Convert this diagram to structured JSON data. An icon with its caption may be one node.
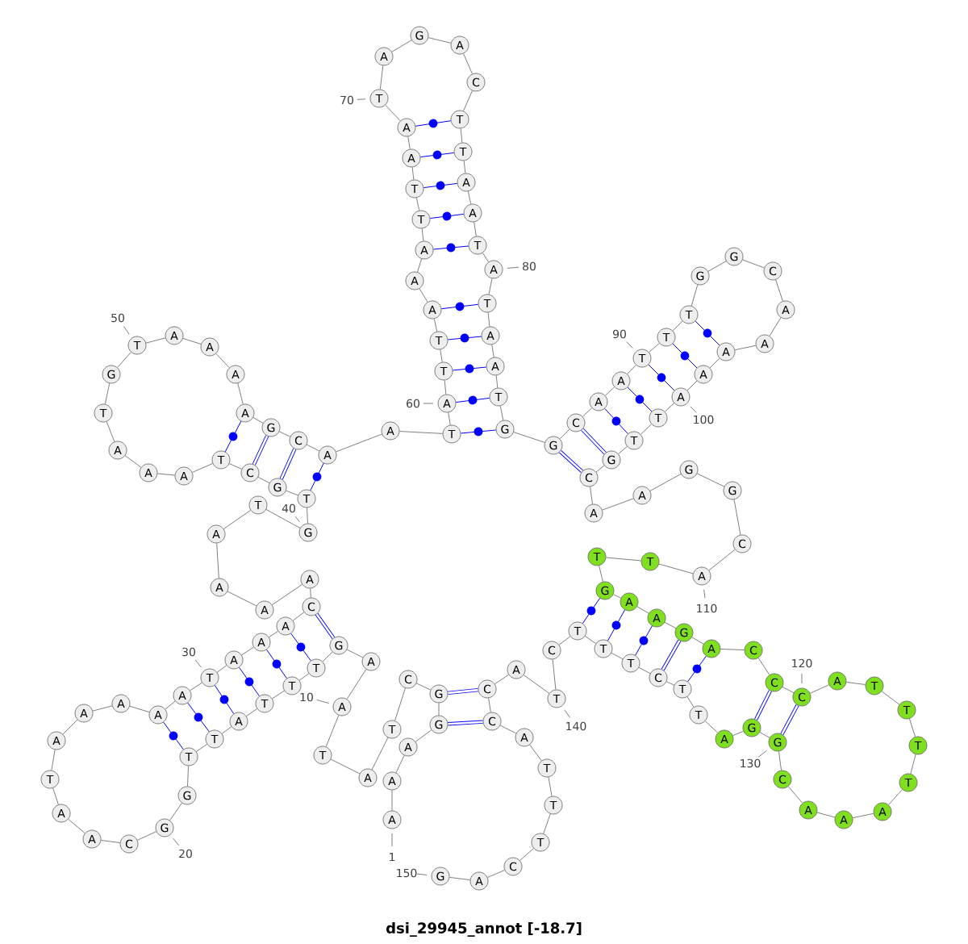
{
  "diagram": {
    "title": "dsi_29945_annot [-18.7]",
    "nodes": [
      {
        "text": [
          "A"
        ],
        "beside": [
          "1"
        ]
      },
      {
        "text": [
          "A"
        ]
      },
      {
        "text": [
          "A"
        ]
      },
      {
        "text": [
          "G"
        ]
      },
      {
        "text": [
          "G"
        ]
      },
      {
        "text": [
          "C"
        ]
      },
      {
        "text": [
          "T"
        ]
      },
      {
        "text": [
          "A"
        ]
      },
      {
        "text": [
          "T"
        ]
      },
      {
        "text": [
          "A"
        ]
      },
      {
        "text": [
          "A"
        ]
      },
      {
        "text": [
          "G"
        ]
      },
      {
        "text": [
          "T"
        ]
      },
      {
        "text": [
          "T"
        ]
      },
      {
        "text": [
          "T"
        ]
      },
      {
        "text": [
          "A"
        ]
      },
      {
        "text": [
          "T"
        ]
      },
      {
        "text": [
          "T"
        ]
      },
      {
        "text": [
          "G"
        ]
      },
      {
        "text": [
          "G"
        ],
        "beside": [
          "20"
        ]
      },
      {
        "text": [
          "C"
        ]
      },
      {
        "text": [
          "A"
        ]
      },
      {
        "text": [
          "A"
        ]
      },
      {
        "text": [
          "T"
        ]
      },
      {
        "text": [
          "A"
        ]
      },
      {
        "text": [
          "A"
        ]
      },
      {
        "text": [
          "A"
        ]
      },
      {
        "text": [
          "A"
        ]
      },
      {
        "text": [
          "A"
        ]
      },
      {
        "text": [
          "T"
        ],
        "beside": [
          "30"
        ]
      },
      {
        "text": [
          "A"
        ]
      },
      {
        "text": [
          "A"
        ]
      },
      {
        "text": [
          "A"
        ]
      },
      {
        "text": [
          "C"
        ]
      },
      {
        "text": [
          "A"
        ]
      },
      {
        "text": [
          "A"
        ]
      },
      {
        "text": [
          "A"
        ]
      },
      {
        "text": [
          "A"
        ]
      },
      {
        "text": [
          "T"
        ]
      },
      {
        "text": [
          "G"
        ]
      },
      {
        "text": [
          "T"
        ]
      },
      {
        "text": [
          "G"
        ]
      },
      {
        "text": [
          "C"
        ]
      },
      {
        "text": [
          "T"
        ]
      },
      {
        "text": [
          "A"
        ]
      },
      {
        "text": [
          "A"
        ]
      },
      {
        "text": [
          "A"
        ]
      },
      {
        "text": [
          "T"
        ]
      },
      {
        "text": [
          "G"
        ]
      },
      {
        "text": [
          "T"
        ],
        "beside": [
          "50"
        ]
      },
      {
        "text": [
          "A"
        ]
      },
      {
        "text": [
          "A"
        ]
      },
      {
        "text": [
          "A"
        ]
      },
      {
        "text": [
          "A"
        ]
      },
      {
        "text": [
          "G"
        ]
      },
      {
        "text": [
          "C"
        ]
      },
      {
        "text": [
          "A"
        ]
      },
      {
        "text": [
          "A"
        ]
      },
      {
        "text": [
          "T"
        ]
      },
      {
        "text": [
          "A"
        ],
        "beside": [
          "60"
        ]
      },
      {
        "text": [
          "T"
        ]
      },
      {
        "text": [
          "T"
        ]
      },
      {
        "text": [
          "A"
        ]
      },
      {
        "text": [
          "A"
        ]
      },
      {
        "text": [
          "A"
        ]
      },
      {
        "text": [
          "T"
        ]
      },
      {
        "text": [
          "T"
        ]
      },
      {
        "text": [
          "A"
        ]
      },
      {
        "text": [
          "A"
        ]
      },
      {
        "text": [
          "T"
        ],
        "beside": [
          "70"
        ]
      },
      {
        "text": [
          "A"
        ]
      },
      {
        "text": [
          "G"
        ]
      },
      {
        "text": [
          "A"
        ]
      },
      {
        "text": [
          "C"
        ]
      },
      {
        "text": [
          "T"
        ]
      },
      {
        "text": [
          "T"
        ]
      },
      {
        "text": [
          "A"
        ]
      },
      {
        "text": [
          "A"
        ]
      },
      {
        "text": [
          "T"
        ]
      },
      {
        "text": [
          "A"
        ],
        "beside": [
          "80"
        ]
      },
      {
        "text": [
          "T"
        ]
      },
      {
        "text": [
          "A"
        ]
      },
      {
        "text": [
          "A"
        ]
      },
      {
        "text": [
          "T"
        ]
      },
      {
        "text": [
          "G"
        ]
      },
      {
        "text": [
          "G"
        ]
      },
      {
        "text": [
          "C"
        ]
      },
      {
        "text": [
          "A"
        ]
      },
      {
        "text": [
          "A"
        ]
      },
      {
        "text": [
          "T"
        ],
        "beside": [
          "90"
        ]
      },
      {
        "text": [
          "T"
        ]
      },
      {
        "text": [
          "T"
        ]
      },
      {
        "text": [
          "G"
        ]
      },
      {
        "text": [
          "G"
        ]
      },
      {
        "text": [
          "C"
        ]
      },
      {
        "text": [
          "A"
        ]
      },
      {
        "text": [
          "A"
        ]
      },
      {
        "text": [
          "A"
        ]
      },
      {
        "text": [
          "A"
        ]
      },
      {
        "text": [
          "A"
        ],
        "beside": [
          "100"
        ]
      },
      {
        "text": [
          "T"
        ]
      },
      {
        "text": [
          "T"
        ]
      },
      {
        "text": [
          "G"
        ]
      },
      {
        "text": [
          "C"
        ]
      },
      {
        "text": [
          "A"
        ]
      },
      {
        "text": [
          "A"
        ]
      },
      {
        "text": [
          "G"
        ]
      },
      {
        "text": [
          "G"
        ]
      },
      {
        "text": [
          "C"
        ]
      },
      {
        "text": [
          "A"
        ]
      },
      {
        "text": [
          "T"
        ]
      },
      {
        "text": [
          "T"
        ]
      },
      {
        "text": [
          "G"
        ]
      },
      {
        "text": [
          "A"
        ]
      },
      {
        "text": [
          "A"
        ]
      },
      {
        "text": [
          "G"
        ]
      },
      {
        "text": [
          "A"
        ]
      },
      {
        "text": [
          "C"
        ]
      },
      {
        "text": [
          "C"
        ]
      },
      {
        "text": [
          "C"
        ]
      },
      {
        "text": [
          "A"
        ]
      },
      {
        "text": [
          "T"
        ]
      },
      {
        "text": [
          "T"
        ]
      },
      {
        "text": [
          "T"
        ]
      },
      {
        "text": [
          "T"
        ]
      },
      {
        "text": [
          "A"
        ]
      },
      {
        "text": [
          "A"
        ]
      },
      {
        "text": [
          "A"
        ]
      },
      {
        "text": [
          "C"
        ]
      },
      {
        "text": [
          "G"
        ],
        "beside": [
          "130"
        ]
      },
      {
        "text": [
          "G"
        ]
      },
      {
        "text": [
          "A"
        ]
      },
      {
        "text": [
          "T"
        ]
      },
      {
        "text": [
          "T"
        ]
      },
      {
        "text": [
          "C"
        ]
      },
      {
        "text": [
          "T"
        ]
      },
      {
        "text": [
          "T"
        ]
      },
      {
        "text": [
          "T"
        ]
      },
      {
        "text": [
          "C"
        ]
      },
      {
        "text": [
          "T"
        ],
        "beside": [
          "140"
        ]
      },
      {
        "text": [
          "A"
        ]
      },
      {
        "text": [
          "C"
        ]
      },
      {
        "text": [
          "C"
        ]
      },
      {
        "text": [
          "A"
        ]
      },
      {
        "text": [
          "T"
        ]
      },
      {
        "text": [
          "T"
        ]
      },
      {
        "text": [
          "T"
        ]
      },
      {
        "text": [
          "C"
        ]
      },
      {
        "text": [
          "A"
        ]
      },
      {
        "text": [
          "G"
        ],
        "beside": [
          "150"
        ]
      }
    ],
    "edges": [
      {
        "from": 0,
        "to": 1,
        "arrow": "none"
      },
      {
        "from": 1,
        "to": 2,
        "arrow": "none"
      },
      {
        "from": 2,
        "to": 3,
        "arrow": "none"
      },
      {
        "from": 3,
        "to": 4,
        "arrow": "none"
      },
      {
        "from": 4,
        "to": 5,
        "arrow": "none"
      },
      {
        "from": 5,
        "to": 6,
        "arrow": "none"
      },
      {
        "from": 6,
        "to": 7,
        "arrow": "none"
      },
      {
        "from": 7,
        "to": 8,
        "arrow": "none"
      },
      {
        "from": 8,
        "to": 9,
        "arrow": "none"
      },
      {
        "from": 9,
        "to": 10,
        "arrow": "none"
      },
      {
        "from": 10,
        "to": 11,
        "arrow": "none"
      },
      {
        "from": 11,
        "to": 12,
        "arrow": "none"
      },
      {
        "from": 12,
        "to": 13,
        "arrow": "none"
      },
      {
        "from": 13,
        "to": 14,
        "arrow": "none"
      },
      {
        "from": 14,
        "to": 15,
        "arrow": "none"
      },
      {
        "from": 15,
        "to": 16,
        "arrow": "none"
      },
      {
        "from": 16,
        "to": 17,
        "arrow": "none"
      },
      {
        "from": 17,
        "to": 18,
        "arrow": "none"
      },
      {
        "from": 18,
        "to": 19,
        "arrow": "none"
      },
      {
        "from": 19,
        "to": 20,
        "arrow": "none"
      },
      {
        "from": 20,
        "to": 21,
        "arrow": "none"
      },
      {
        "from": 21,
        "to": 22,
        "arrow": "none"
      },
      {
        "from": 22,
        "to": 23,
        "arrow": "none"
      },
      {
        "from": 23,
        "to": 24,
        "arrow": "none"
      },
      {
        "from": 24,
        "to": 25,
        "arrow": "none"
      },
      {
        "from": 25,
        "to": 26,
        "arrow": "none"
      },
      {
        "from": 26,
        "to": 27,
        "arrow": "none"
      },
      {
        "from": 27,
        "to": 28,
        "arrow": "none"
      },
      {
        "from": 28,
        "to": 29,
        "arrow": "none"
      },
      {
        "from": 29,
        "to": 30,
        "arrow": "none"
      },
      {
        "from": 30,
        "to": 31,
        "arrow": "none"
      },
      {
        "from": 31,
        "to": 32,
        "arrow": "none"
      },
      {
        "from": 32,
        "to": 33,
        "arrow": "none"
      },
      {
        "from": 33,
        "to": 34,
        "arrow": "none"
      },
      {
        "from": 34,
        "to": 35,
        "arrow": "none"
      },
      {
        "from": 35,
        "to": 36,
        "arrow": "none"
      },
      {
        "from": 36,
        "to": 37,
        "arrow": "none"
      },
      {
        "from": 37,
        "to": 38,
        "arrow": "none"
      },
      {
        "from": 38,
        "to": 39,
        "arrow": "none"
      },
      {
        "from": 39,
        "to": 40,
        "arrow": "none"
      },
      {
        "from": 40,
        "to": 41,
        "arrow": "none"
      },
      {
        "from": 41,
        "to": 42,
        "arrow": "none"
      },
      {
        "from": 42,
        "to": 43,
        "arrow": "none"
      },
      {
        "from": 43,
        "to": 44,
        "arrow": "none"
      },
      {
        "from": 44,
        "to": 45,
        "arrow": "none"
      },
      {
        "from": 45,
        "to": 46,
        "arrow": "none"
      },
      {
        "from": 46,
        "to": 47,
        "arrow": "none"
      },
      {
        "from": 47,
        "to": 48,
        "arrow": "none"
      },
      {
        "from": 48,
        "to": 49,
        "arrow": "none"
      },
      {
        "from": 49,
        "to": 50,
        "arrow": "none"
      },
      {
        "from": 50,
        "to": 51,
        "arrow": "none"
      },
      {
        "from": 51,
        "to": 52,
        "arrow": "none"
      },
      {
        "from": 52,
        "to": 53,
        "arrow": "none"
      },
      {
        "from": 53,
        "to": 54,
        "arrow": "none"
      },
      {
        "from": 54,
        "to": 55,
        "arrow": "none"
      },
      {
        "from": 55,
        "to": 56,
        "arrow": "none"
      },
      {
        "from": 56,
        "to": 57,
        "arrow": "none"
      },
      {
        "from": 57,
        "to": 58,
        "arrow": "none"
      },
      {
        "from": 58,
        "to": 59,
        "arrow": "none"
      },
      {
        "from": 59,
        "to": 60,
        "arrow": "none"
      },
      {
        "from": 60,
        "to": 61,
        "arrow": "none"
      },
      {
        "from": 61,
        "to": 62,
        "arrow": "none"
      },
      {
        "from": 62,
        "to": 63,
        "arrow": "none"
      },
      {
        "from": 63,
        "to": 64,
        "arrow": "none"
      },
      {
        "from": 64,
        "to": 65,
        "arrow": "none"
      },
      {
        "from": 65,
        "to": 66,
        "arrow": "none"
      },
      {
        "from": 66,
        "to": 67,
        "arrow": "none"
      },
      {
        "from": 67,
        "to": 68,
        "arrow": "none"
      },
      {
        "from": 68,
        "to": 69,
        "arrow": "none"
      },
      {
        "from": 69,
        "to": 70,
        "arrow": "none"
      },
      {
        "from": 70,
        "to": 71,
        "arrow": "none"
      },
      {
        "from": 71,
        "to": 72,
        "arrow": "none"
      },
      {
        "from": 72,
        "to": 73,
        "arrow": "none"
      },
      {
        "from": 73,
        "to": 74,
        "arrow": "none"
      },
      {
        "from": 74,
        "to": 75,
        "arrow": "none"
      },
      {
        "from": 75,
        "to": 76,
        "arrow": "none"
      },
      {
        "from": 76,
        "to": 77,
        "arrow": "none"
      },
      {
        "from": 77,
        "to": 78,
        "arrow": "none"
      },
      {
        "from": 78,
        "to": 79,
        "arrow": "none"
      },
      {
        "from": 79,
        "to": 80,
        "arrow": "none"
      },
      {
        "from": 80,
        "to": 81,
        "arrow": "none"
      },
      {
        "from": 81,
        "to": 82,
        "arrow": "none"
      },
      {
        "from": 82,
        "to": 83,
        "arrow": "none"
      },
      {
        "from": 83,
        "to": 84,
        "arrow": "none"
      },
      {
        "from": 84,
        "to": 85,
        "arrow": "none"
      },
      {
        "from": 85,
        "to": 86,
        "arrow": "none"
      },
      {
        "from": 86,
        "to": 87,
        "arrow": "none"
      },
      {
        "from": 87,
        "to": 88,
        "arrow": "none"
      },
      {
        "from": 88,
        "to": 89,
        "arrow": "none"
      },
      {
        "from": 89,
        "to": 90,
        "arrow": "none"
      },
      {
        "from": 90,
        "to": 91,
        "arrow": "none"
      },
      {
        "from": 91,
        "to": 92,
        "arrow": "none"
      },
      {
        "from": 92,
        "to": 93,
        "arrow": "none"
      },
      {
        "from": 93,
        "to": 94,
        "arrow": "none"
      },
      {
        "from": 94,
        "to": 95,
        "arrow": "none"
      },
      {
        "from": 95,
        "to": 96,
        "arrow": "none"
      },
      {
        "from": 96,
        "to": 97,
        "arrow": "none"
      },
      {
        "from": 97,
        "to": 98,
        "arrow": "none"
      },
      {
        "from": 98,
        "to": 99,
        "arrow": "none"
      },
      {
        "from": 99,
        "to": 100,
        "arrow": "none"
      },
      {
        "from": 100,
        "to": 101,
        "arrow": "none"
      },
      {
        "from": 101,
        "to": 102,
        "arrow": "none"
      },
      {
        "from": 102,
        "to": 103,
        "arrow": "none"
      },
      {
        "from": 103,
        "to": 104,
        "arrow": "none"
      },
      {
        "from": 104,
        "to": 105,
        "arrow": "none"
      },
      {
        "from": 105,
        "to": 106,
        "arrow": "none"
      },
      {
        "from": 106,
        "to": 107,
        "arrow": "none"
      },
      {
        "from": 107,
        "to": 108,
        "arrow": "none"
      },
      {
        "from": 108,
        "to": 109,
        "arrow": "none"
      },
      {
        "from": 109,
        "to": 110,
        "arrow": "none"
      },
      {
        "from": 110,
        "to": 111,
        "arrow": "none"
      },
      {
        "from": 111,
        "to": 112,
        "arrow": "none"
      },
      {
        "from": 112,
        "to": 113,
        "arrow": "none"
      },
      {
        "from": 113,
        "to": 114,
        "arrow": "none"
      },
      {
        "from": 114,
        "to": 115,
        "arrow": "none"
      },
      {
        "from": 115,
        "to": 116,
        "arrow": "none"
      },
      {
        "from": 116,
        "to": 117,
        "arrow": "none"
      },
      {
        "from": 117,
        "to": 118,
        "arrow": "none"
      },
      {
        "from": 118,
        "to": 119,
        "arrow": "none"
      },
      {
        "from": 119,
        "to": 120,
        "arrow": "none"
      },
      {
        "from": 120,
        "to": 121,
        "arrow": "none"
      },
      {
        "from": 121,
        "to": 122,
        "arrow": "none"
      },
      {
        "from": 122,
        "to": 123,
        "arrow": "none"
      },
      {
        "from": 123,
        "to": 124,
        "arrow": "none"
      },
      {
        "from": 124,
        "to": 125,
        "arrow": "none"
      },
      {
        "from": 125,
        "to": 126,
        "arrow": "none"
      },
      {
        "from": 126,
        "to": 127,
        "arrow": "none"
      },
      {
        "from": 127,
        "to": 128,
        "arrow": "none"
      },
      {
        "from": 128,
        "to": 129,
        "arrow": "none"
      },
      {
        "from": 129,
        "to": 130,
        "arrow": "none"
      },
      {
        "from": 130,
        "to": 131,
        "arrow": "none"
      },
      {
        "from": 131,
        "to": 132,
        "arrow": "none"
      },
      {
        "from": 132,
        "to": 133,
        "arrow": "none"
      },
      {
        "from": 133,
        "to": 134,
        "arrow": "none"
      },
      {
        "from": 134,
        "to": 135,
        "arrow": "none"
      },
      {
        "from": 135,
        "to": 136,
        "arrow": "none"
      },
      {
        "from": 136,
        "to": 137,
        "arrow": "none"
      },
      {
        "from": 137,
        "to": 138,
        "arrow": "none"
      },
      {
        "from": 138,
        "to": 139,
        "arrow": "none"
      },
      {
        "from": 139,
        "to": 140,
        "arrow": "none"
      },
      {
        "from": 140,
        "to": 141,
        "arrow": "none"
      },
      {
        "from": 141,
        "to": 142,
        "arrow": "none"
      },
      {
        "from": 142,
        "to": 143,
        "arrow": "none"
      },
      {
        "from": 143,
        "to": 144,
        "arrow": "none"
      },
      {
        "from": 144,
        "to": 145,
        "arrow": "none"
      },
      {
        "from": 145,
        "to": 146,
        "arrow": "none"
      },
      {
        "from": 146,
        "to": 147,
        "arrow": "none"
      },
      {
        "from": 147,
        "to": 148,
        "arrow": "none"
      },
      {
        "from": 148,
        "to": 149,
        "arrow": "none"
      },
      {
        "from": 3,
        "to": 142,
        "arrow": "none",
        "style": "thick",
        "color": "#0000ff"
      },
      {
        "from": 4,
        "to": 141,
        "arrow": "none",
        "style": "thick",
        "color": "#0000ff"
      },
      {
        "from": 11,
        "to": 33,
        "arrow": "none",
        "style": "thick",
        "color": "#0000ff"
      },
      {
        "from": 12,
        "to": 32,
        "arrow": "none",
        "color": "#0000ff"
      },
      {
        "from": 13,
        "to": 31,
        "arrow": "none",
        "color": "#0000ff"
      },
      {
        "from": 14,
        "to": 30,
        "arrow": "none",
        "color": "#0000ff"
      },
      {
        "from": 15,
        "to": 29,
        "arrow": "none",
        "color": "#0000ff"
      },
      {
        "from": 16,
        "to": 28,
        "arrow": "none",
        "color": "#0000ff"
      },
      {
        "from": 17,
        "to": 27,
        "arrow": "none",
        "color": "#0000ff"
      },
      {
        "from": 40,
        "to": 56,
        "arrow": "none",
        "color": "#0000ff"
      },
      {
        "from": 41,
        "to": 55,
        "arrow": "none",
        "style": "thick",
        "color": "#0000ff"
      },
      {
        "from": 42,
        "to": 54,
        "arrow": "none",
        "style": "thick",
        "color": "#0000ff"
      },
      {
        "from": 43,
        "to": 53,
        "arrow": "none",
        "color": "#0000ff"
      },
      {
        "from": 58,
        "to": 84,
        "arrow": "none",
        "color": "#0000ff"
      },
      {
        "from": 59,
        "to": 83,
        "arrow": "none",
        "color": "#0000ff"
      },
      {
        "from": 60,
        "to": 82,
        "arrow": "none",
        "color": "#0000ff"
      },
      {
        "from": 61,
        "to": 81,
        "arrow": "none",
        "color": "#0000ff"
      },
      {
        "from": 62,
        "to": 80,
        "arrow": "none",
        "color": "#0000ff"
      },
      {
        "from": 64,
        "to": 78,
        "arrow": "none",
        "color": "#0000ff"
      },
      {
        "from": 65,
        "to": 77,
        "arrow": "none",
        "color": "#0000ff"
      },
      {
        "from": 66,
        "to": 76,
        "arrow": "none",
        "color": "#0000ff"
      },
      {
        "from": 67,
        "to": 75,
        "arrow": "none",
        "color": "#0000ff"
      },
      {
        "from": 68,
        "to": 74,
        "arrow": "none",
        "color": "#0000ff"
      },
      {
        "from": 85,
        "to": 103,
        "arrow": "none",
        "style": "thick",
        "color": "#0000ff"
      },
      {
        "from": 86,
        "to": 102,
        "arrow": "none",
        "style": "thick",
        "color": "#0000ff"
      },
      {
        "from": 87,
        "to": 101,
        "arrow": "none",
        "color": "#0000ff"
      },
      {
        "from": 88,
        "to": 100,
        "arrow": "none",
        "color": "#0000ff"
      },
      {
        "from": 89,
        "to": 99,
        "arrow": "none",
        "color": "#0000ff"
      },
      {
        "from": 90,
        "to": 98,
        "arrow": "none",
        "color": "#0000ff"
      },
      {
        "from": 91,
        "to": 97,
        "arrow": "none",
        "color": "#0000ff"
      },
      {
        "from": 112,
        "to": 137,
        "arrow": "none",
        "color": "#0000ff"
      },
      {
        "from": 113,
        "to": 136,
        "arrow": "none",
        "color": "#0000ff"
      },
      {
        "from": 114,
        "to": 135,
        "arrow": "none",
        "color": "#0000ff"
      },
      {
        "from": 115,
        "to": 134,
        "arrow": "none",
        "style": "thick",
        "color": "#0000ff"
      },
      {
        "from": 116,
        "to": 133,
        "arrow": "none",
        "color": "#0000ff"
      },
      {
        "from": 118,
        "to": 130,
        "arrow": "none",
        "style": "thick",
        "color": "#0000ff"
      },
      {
        "from": 119,
        "to": 129,
        "arrow": "none",
        "style": "thick",
        "color": "#0000ff"
      }
    ],
    "labels": [
      "40",
      "10",
      "110",
      "120"
    ]
  }
}
